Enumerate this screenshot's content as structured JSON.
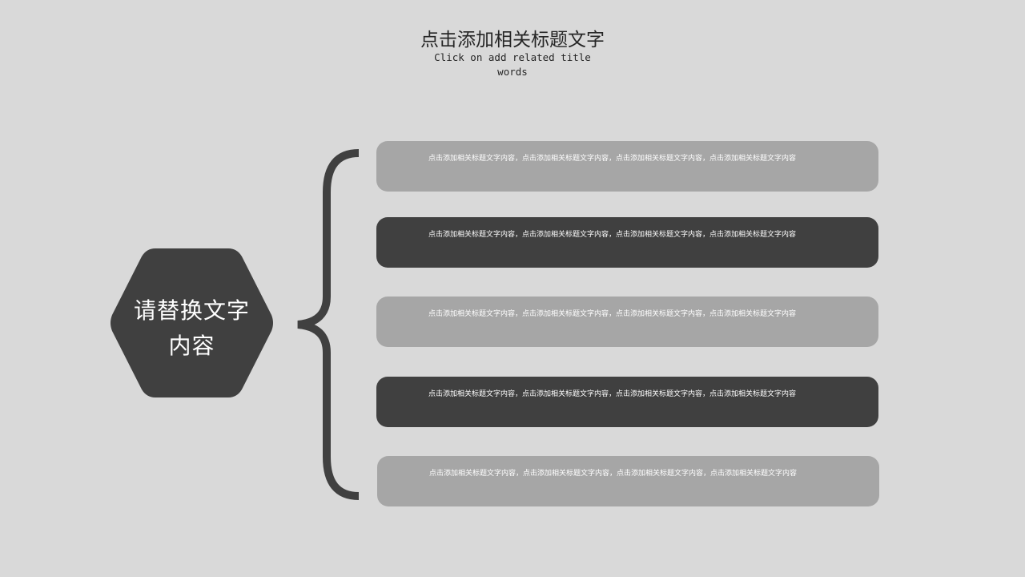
{
  "header": {
    "title": "点击添加相关标题文字",
    "subtitle": "Click on add related title words"
  },
  "center": {
    "text": "请替换文字内容"
  },
  "items": [
    {
      "text": "点击添加相关标题文字内容，点击添加相关标题文字内容，点击添加相关标题文字内容，点击添加相关标题文字内容",
      "style": "light"
    },
    {
      "text": "点击添加相关标题文字内容，点击添加相关标题文字内容，点击添加相关标题文字内容，点击添加相关标题文字内容",
      "style": "dark"
    },
    {
      "text": "点击添加相关标题文字内容，点击添加相关标题文字内容，点击添加相关标题文字内容，点击添加相关标题文字内容",
      "style": "light"
    },
    {
      "text": "点击添加相关标题文字内容，点击添加相关标题文字内容，点击添加相关标题文字内容，点击添加相关标题文字内容",
      "style": "dark"
    },
    {
      "text": "点击添加相关标题文字内容，点击添加相关标题文字内容，点击添加相关标题文字内容，点击添加相关标题文字内容",
      "style": "light"
    }
  ],
  "colors": {
    "background": "#d9d9d9",
    "dark": "#404040",
    "light": "#a6a6a6"
  }
}
